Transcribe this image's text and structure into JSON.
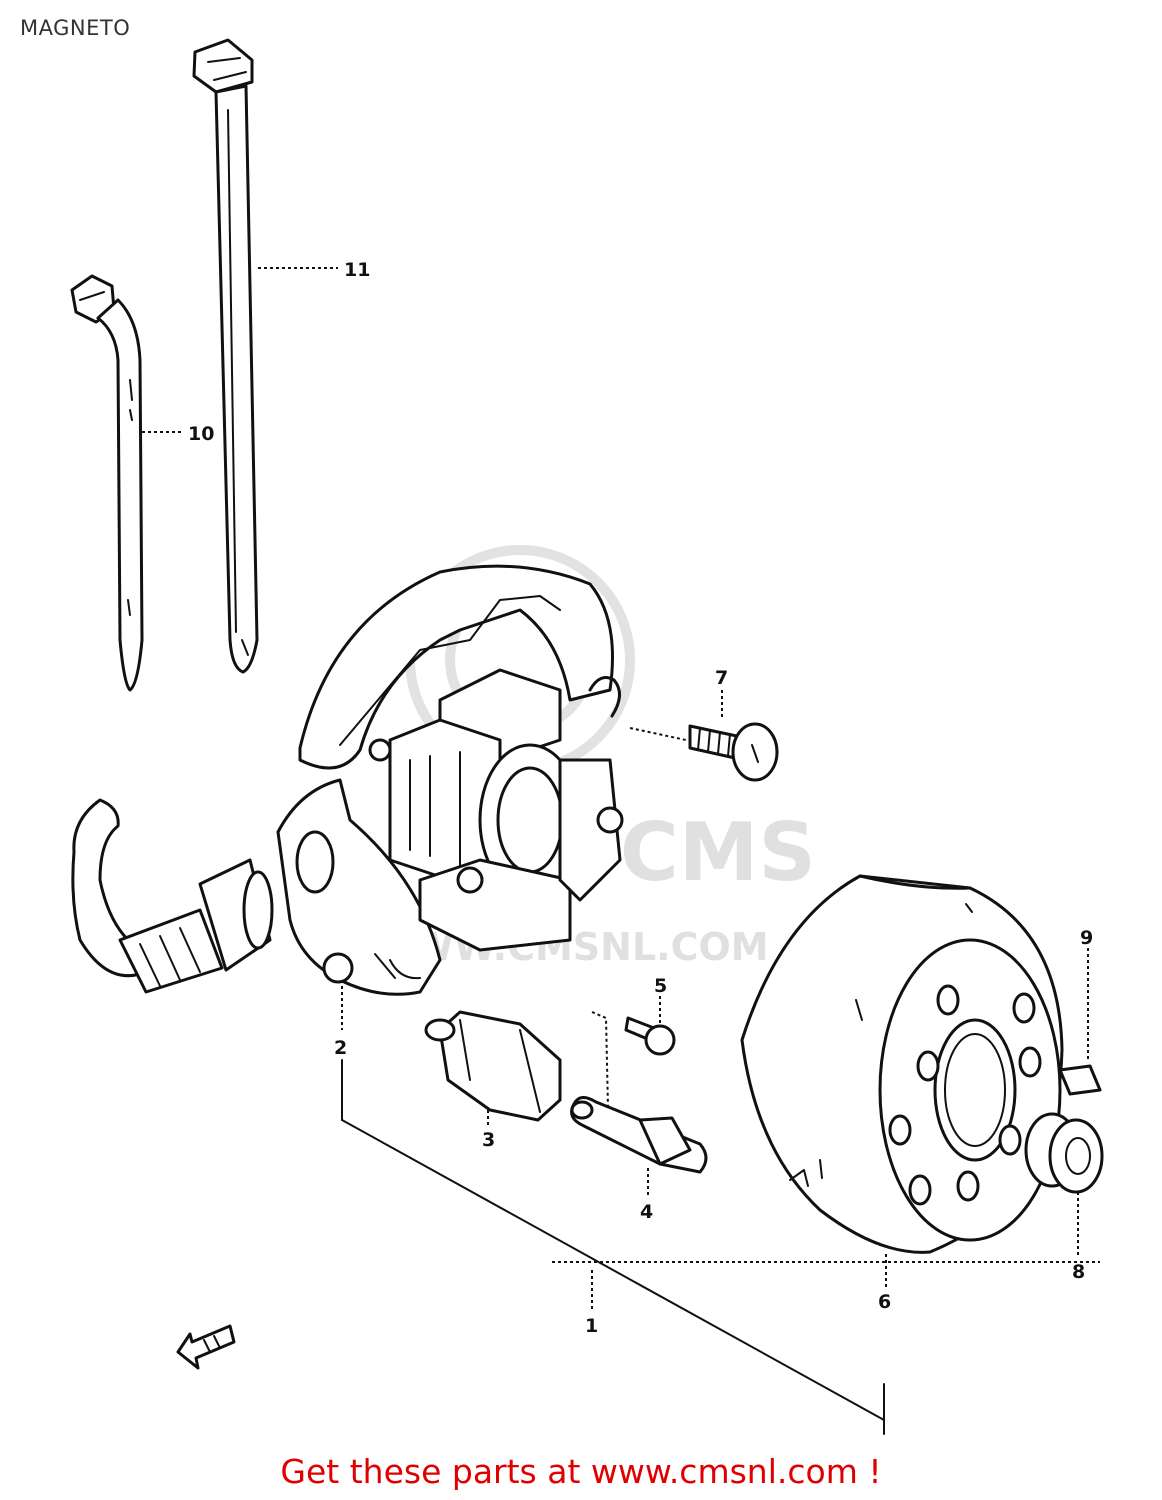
{
  "title": "MAGNETO",
  "watermark": {
    "text": "WWW.CMSNL.COM",
    "logo_text": "CMS"
  },
  "callouts": {
    "c1": "1",
    "c2": "2",
    "c3": "3",
    "c4": "4",
    "c5": "5",
    "c6": "6",
    "c7": "7",
    "c8": "8",
    "c9": "9",
    "c10": "10",
    "c11": "11"
  },
  "footer": {
    "text": "Get these parts at www.cmsnl.com !"
  },
  "colors": {
    "line": "#111111",
    "footer": "#e10000",
    "watermark": "#e0e0e0"
  }
}
